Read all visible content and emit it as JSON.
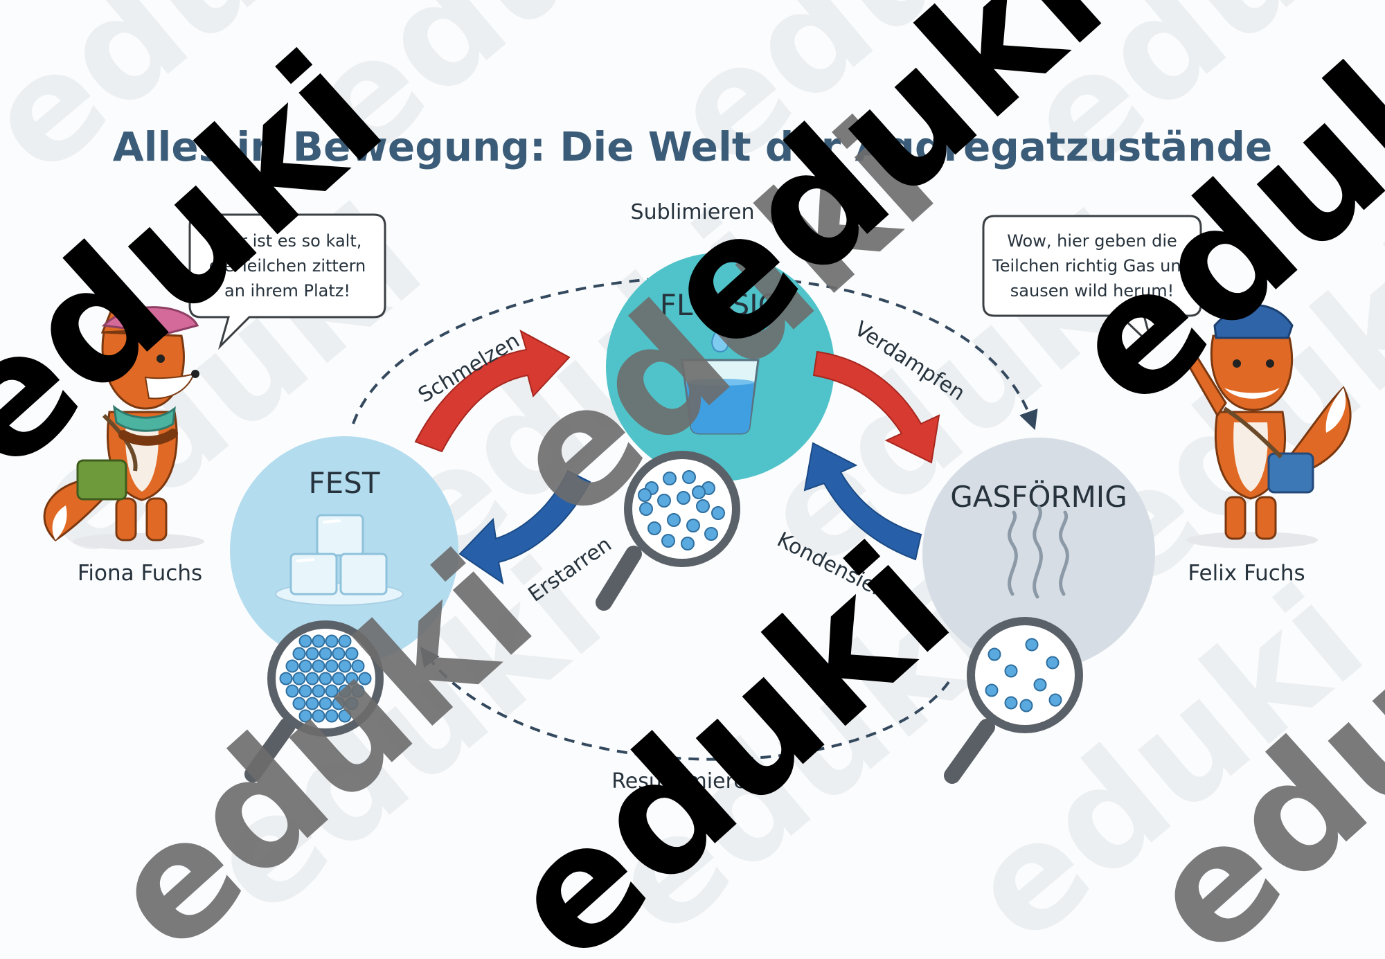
{
  "title": "Alles in Bewegung: Die Welt der Aggregatzustände",
  "states": {
    "solid": "FEST",
    "liquid": "FLÜSSIG",
    "gas": "GASFÖRMIG"
  },
  "transitions": {
    "melt": "Schmelzen",
    "freeze": "Erstarren",
    "evaporate": "Verdampfen",
    "condense": "Kondensieren",
    "sublimate": "Sublimieren",
    "deposit": "Resublimieren"
  },
  "characters": {
    "left": {
      "name": "Fiona Fuchs",
      "speech": [
        "Hier ist es so kalt,",
        "die Teilchen zittern",
        "an ihrem Platz!"
      ]
    },
    "right": {
      "name": "Felix Fuchs",
      "speech": [
        "Wow, hier geben die",
        "Teilchen richtig Gas und",
        "sausen wild herum!"
      ]
    }
  },
  "watermark": "eduki",
  "colors": {
    "title": "#3b5c78",
    "solid_circle": "#b3dcef",
    "liquid_circle": "#4fc3c9",
    "gas_circle": "#d6dde5",
    "arrow_warm": "#d73a30",
    "arrow_cool": "#2760a8",
    "particle": "#5aa9df",
    "fox_orange": "#e06a25"
  }
}
